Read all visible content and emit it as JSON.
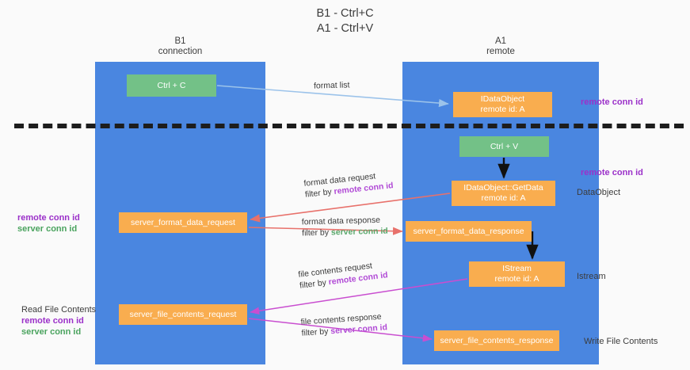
{
  "title": {
    "line1": "B1 - Ctrl+C",
    "line2": "A1 - Ctrl+V"
  },
  "lanes": [
    {
      "id": "b1",
      "name": "B1",
      "role": "connection"
    },
    {
      "id": "a1",
      "name": "A1",
      "role": "remote"
    }
  ],
  "nodes": {
    "ctrl_c": {
      "line1": "Ctrl + C",
      "line2": "",
      "color": "#73c187"
    },
    "idataobject": {
      "line1": "IDataObject",
      "line2": "remote id: A",
      "color": "#f9ad4f"
    },
    "ctrl_v": {
      "line1": "Ctrl + V",
      "line2": "",
      "color": "#73c187"
    },
    "getdata": {
      "line1": "IDataObject::GetData",
      "line2": "remote id: A",
      "color": "#f9ad4f"
    },
    "fmt_request": {
      "line1": "server_format_data_request",
      "line2": "",
      "color": "#f9ad4f"
    },
    "fmt_response": {
      "line1": "server_format_data_response",
      "line2": "",
      "color": "#f9ad4f"
    },
    "istream": {
      "line1": "IStream",
      "line2": "remote id: A",
      "color": "#f9ad4f"
    },
    "file_request": {
      "line1": "server_file_contents_request",
      "line2": "",
      "color": "#f9ad4f"
    },
    "file_response": {
      "line1": "server_file_contents_response",
      "line2": "",
      "color": "#f9ad4f"
    }
  },
  "edge_labels": {
    "format_list": {
      "line1": "format list",
      "filter_prefix": "",
      "filter_id": ""
    },
    "format_data_request": {
      "line1": "format data request",
      "filter_prefix": "filter by ",
      "filter_id": "remote conn id"
    },
    "format_data_response": {
      "line1": "format data response",
      "filter_prefix": "filter by ",
      "filter_id": "server conn id"
    },
    "file_contents_request": {
      "line1": "file contents request",
      "filter_prefix": "filter by ",
      "filter_id": "remote conn id"
    },
    "file_contents_response": {
      "line1": "file contents response",
      "filter_prefix": "filter by ",
      "filter_id": "server conn id"
    }
  },
  "annotations": {
    "right_1": {
      "purple": "remote conn id"
    },
    "right_2": {
      "purple": "remote conn id"
    },
    "right_3": {
      "plain": "DataObject"
    },
    "right_4": {
      "plain": "Istream"
    },
    "right_5": {
      "plain": "Write File Contents"
    },
    "left_1": {
      "purple": "remote conn id",
      "green": "server conn id"
    },
    "left_2": {
      "plain": "Read File Contents",
      "purple": "remote conn id",
      "green": "server conn id"
    }
  },
  "colors": {
    "lane": "#4a86e0",
    "node_green": "#73c187",
    "node_orange": "#f9ad4f",
    "conn_id_purple": "#9b30c9",
    "conn_id_green": "#4aa35e",
    "arrow_blue": "#9cc3ea",
    "arrow_red": "#e8716b",
    "arrow_magenta": "#c94ed0",
    "arrow_black": "#111111",
    "divider": "#1d1d1d",
    "background": "#fafafa"
  }
}
